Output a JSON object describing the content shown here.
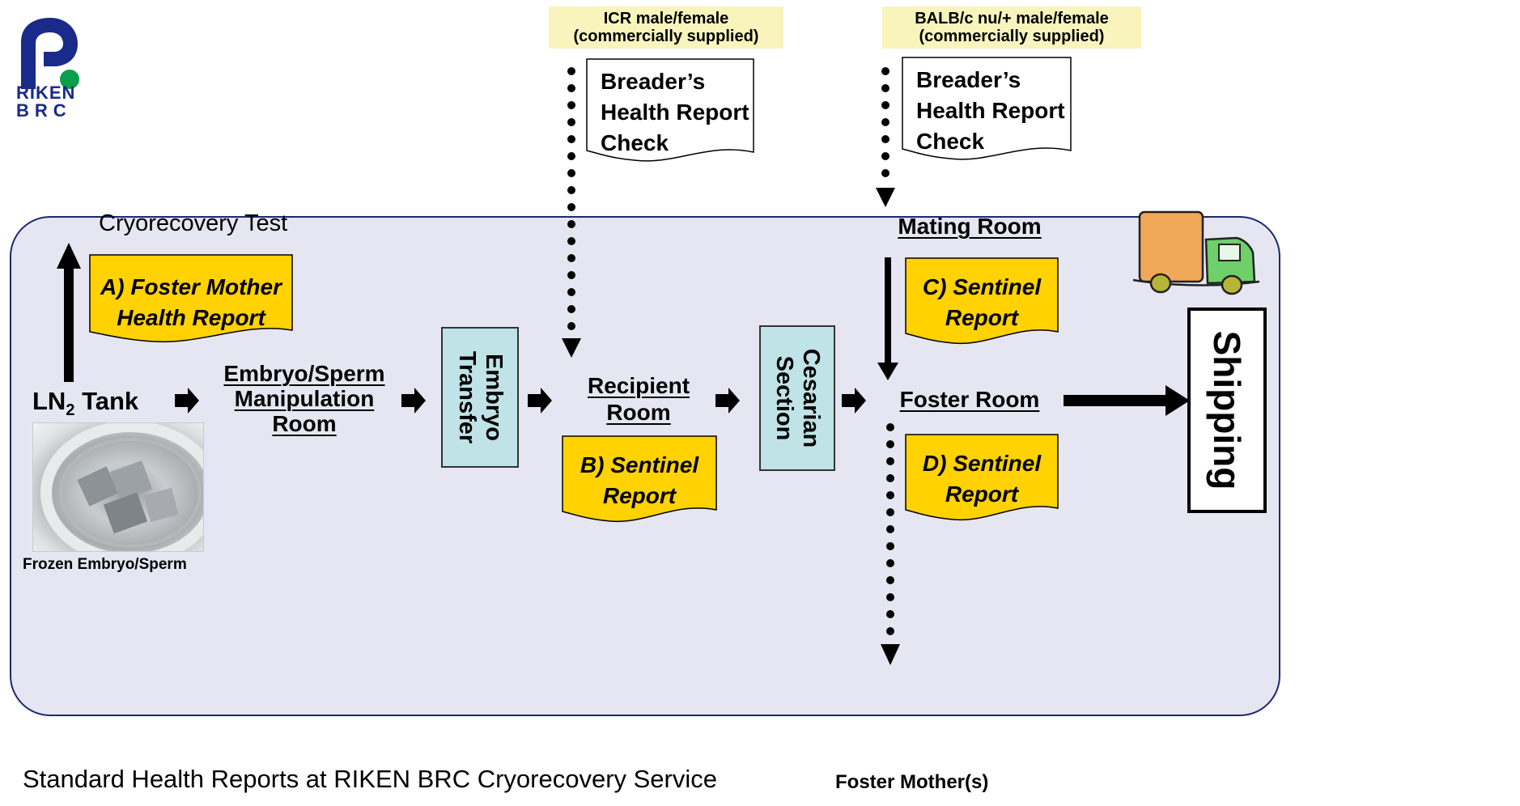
{
  "logo": {
    "text_line1": "RIKEN",
    "text_line2": "BRC",
    "brand_color": "#1a2a8a",
    "dot_color": "#0aa04a"
  },
  "colors": {
    "panel": "#e6e6f2",
    "panel_border": "#1a2a6e",
    "report_fill": "#ffd200",
    "box_fill": "#bfe3e6",
    "supplier_fill": "#f8f4bc"
  },
  "suppliers": {
    "icr": {
      "line1": "ICR male/female",
      "line2": "(commercially supplied)"
    },
    "balb": {
      "line1": "BALB/c nu/+ male/female",
      "line2": "(commercially supplied)"
    }
  },
  "breeder_check": {
    "line1": "Breader’s",
    "line2": "Health Report",
    "line3": "Check"
  },
  "cryorecovery_test": "Cryorecovery Test",
  "reports": {
    "a": {
      "line1": "A) Foster Mother",
      "line2": "Health Report"
    },
    "b": {
      "line1": "B) Sentinel",
      "line2": "Report"
    },
    "c": {
      "line1": "C) Sentinel",
      "line2": "Report"
    },
    "d": {
      "line1": "D) Sentinel",
      "line2": "Report"
    }
  },
  "ln2_tank": {
    "prefix": "LN",
    "subscript": "2",
    "suffix": " Tank"
  },
  "frozen_caption": "Frozen Embryo/Sperm",
  "rooms": {
    "manipulation": {
      "line1": "Embryo/Sperm",
      "line2": "Manipulation",
      "line3": "Room"
    },
    "recipient": {
      "line1": "Recipient",
      "line2": "Room"
    },
    "mating": "Mating Room",
    "foster": "Foster Room"
  },
  "steps": {
    "embryo_transfer": {
      "line1": "Embryo",
      "line2": "Transfer"
    },
    "cesarian": {
      "line1": "Cesarian",
      "line2": "Section"
    }
  },
  "shipping": "Shipping",
  "foster_mothers": "Foster Mother(s)",
  "footer": "Standard Health Reports at RIKEN BRC Cryorecovery Service"
}
